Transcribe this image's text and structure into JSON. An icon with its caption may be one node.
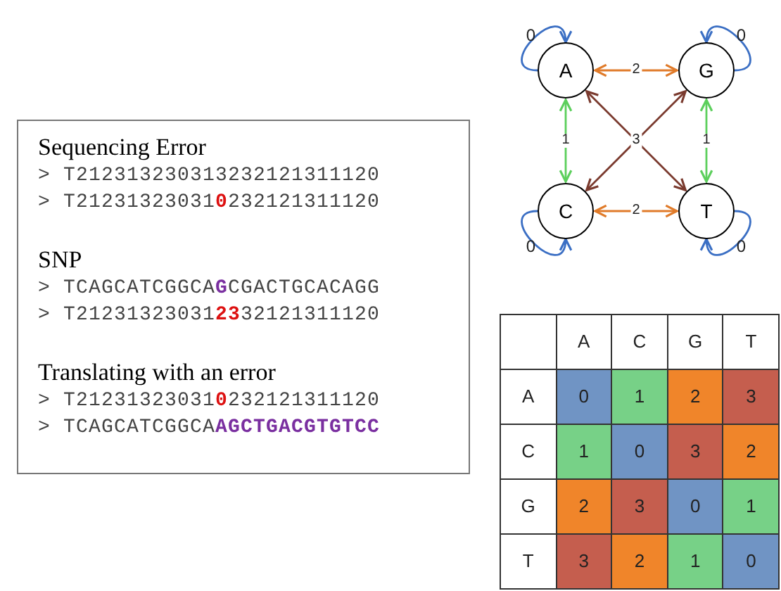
{
  "diagram": {
    "nodes": [
      {
        "text": [
          "Sequencing Error",
          "> T212313230313232121311120",
          "> T21231323031**0**232121311120",
          "SNP",
          "> TCAGCATCGGCA**G**CGACTGCACAGG",
          "> T21231323031**23**32121311120",
          "Translating with an error",
          "> T21231323031**0**232121311120",
          "> TCAGCATCGGCA**AGCTGACGTGTCC**"
        ]
      },
      {
        "text": [
          "A"
        ]
      },
      {
        "text": [
          "G"
        ]
      },
      {
        "text": [
          "C"
        ]
      },
      {
        "text": [
          "T"
        ]
      }
    ],
    "edges": [
      {
        "from": 1,
        "to": 1,
        "arrow": "to",
        "label": "0",
        "color": "#3b6fc4"
      },
      {
        "from": 2,
        "to": 2,
        "arrow": "to",
        "label": "0",
        "color": "#3b6fc4"
      },
      {
        "from": 3,
        "to": 3,
        "arrow": "to",
        "label": "0",
        "color": "#3b6fc4"
      },
      {
        "from": 4,
        "to": 4,
        "arrow": "to",
        "label": "0",
        "color": "#3b6fc4"
      },
      {
        "from": 1,
        "to": 2,
        "arrow": "both",
        "label": "2",
        "color": "#e07b2a"
      },
      {
        "from": 1,
        "to": 3,
        "arrow": "both",
        "label": "1",
        "color": "#5ccf5c"
      },
      {
        "from": 2,
        "to": 4,
        "arrow": "both",
        "label": "1",
        "color": "#5ccf5c"
      },
      {
        "from": 3,
        "to": 4,
        "arrow": "both",
        "label": "2",
        "color": "#e07b2a"
      },
      {
        "from": 1,
        "to": 4,
        "arrow": "both",
        "label": "3",
        "color": "#7a3a2e"
      },
      {
        "from": 2,
        "to": 3,
        "arrow": "both",
        "color": "#7a3a2e"
      }
    ],
    "labels": [
      "A",
      "C",
      "G",
      "T",
      "A",
      "0",
      "1",
      "2",
      "3",
      "C",
      "1",
      "0",
      "3",
      "2",
      "G",
      "2",
      "3",
      "0",
      "1",
      "T",
      "3",
      "2",
      "1",
      "0"
    ]
  }
}
